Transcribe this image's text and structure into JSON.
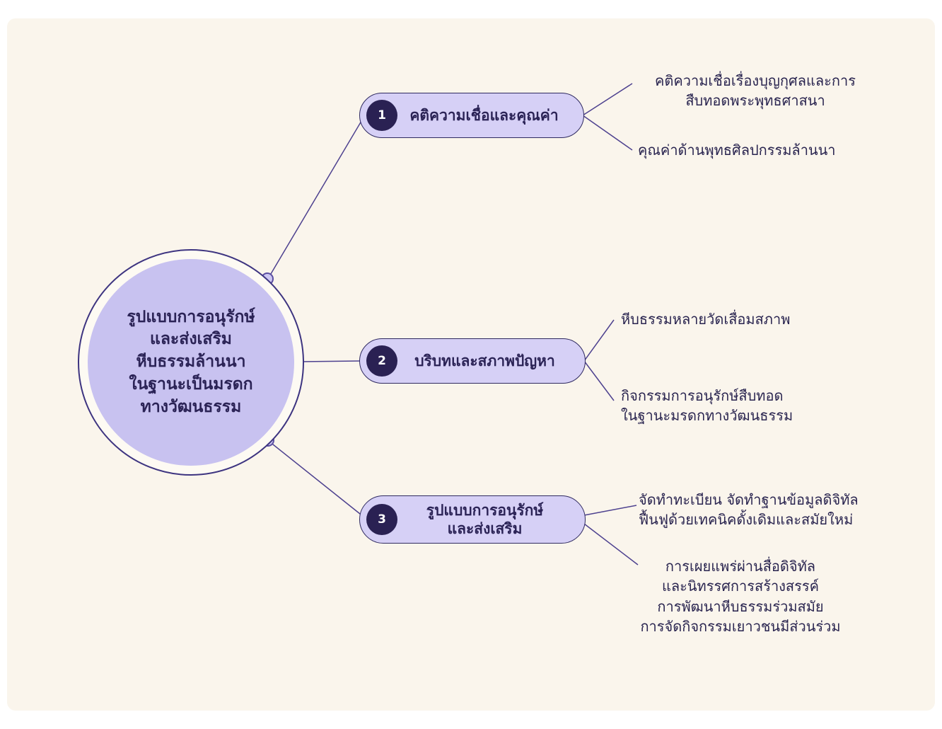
{
  "diagram": {
    "type": "mindmap",
    "colors": {
      "background": "#faf5ec",
      "center_fill": "#c8c2f0",
      "node_fill": "#d6d0f6",
      "badge_fill": "#2a2153",
      "text": "#2b2356",
      "connector": "#4d418f"
    },
    "center": {
      "lines": [
        "รูปแบบการอนุรักษ์",
        "และส่งเสริม",
        "หีบธรรมล้านนา",
        "ในฐานะเป็นมรดก",
        "ทางวัฒนธรรม"
      ]
    },
    "branches": [
      {
        "number": "1",
        "label_lines": [
          "คติความเชื่อและคุณค่า"
        ],
        "leaves": [
          {
            "lines": [
              "คติความเชื่อเรื่องบุญกุศลและการ",
              "สืบทอดพระพุทธศาสนา"
            ]
          },
          {
            "lines": [
              "คุณค่าด้านพุทธศิลปกรรมล้านนา"
            ]
          }
        ]
      },
      {
        "number": "2",
        "label_lines": [
          "บริบทและสภาพปัญหา"
        ],
        "leaves": [
          {
            "lines": [
              "หีบธรรมหลายวัดเสื่อมสภาพ"
            ]
          },
          {
            "lines": [
              "กิจกรรมการอนุรักษ์สืบทอด",
              "ในฐานะมรดกทางวัฒนธรรม"
            ]
          }
        ]
      },
      {
        "number": "3",
        "label_lines": [
          "รูปแบบการอนุรักษ์",
          "และส่งเสริม"
        ],
        "leaves": [
          {
            "lines": [
              "จัดทำทะเบียน จัดทำฐานข้อมูลดิจิทัล",
              "ฟื้นฟูด้วยเทคนิคดั้งเดิมและสมัยใหม่"
            ]
          },
          {
            "lines": [
              "การเผยแพร่ผ่านสื่อดิจิทัล",
              "และนิทรรศการสร้างสรรค์",
              "การพัฒนาหีบธรรมร่วมสมัย",
              "การจัดกิจกรรมเยาวชนมีส่วนร่วม"
            ]
          }
        ]
      }
    ]
  }
}
